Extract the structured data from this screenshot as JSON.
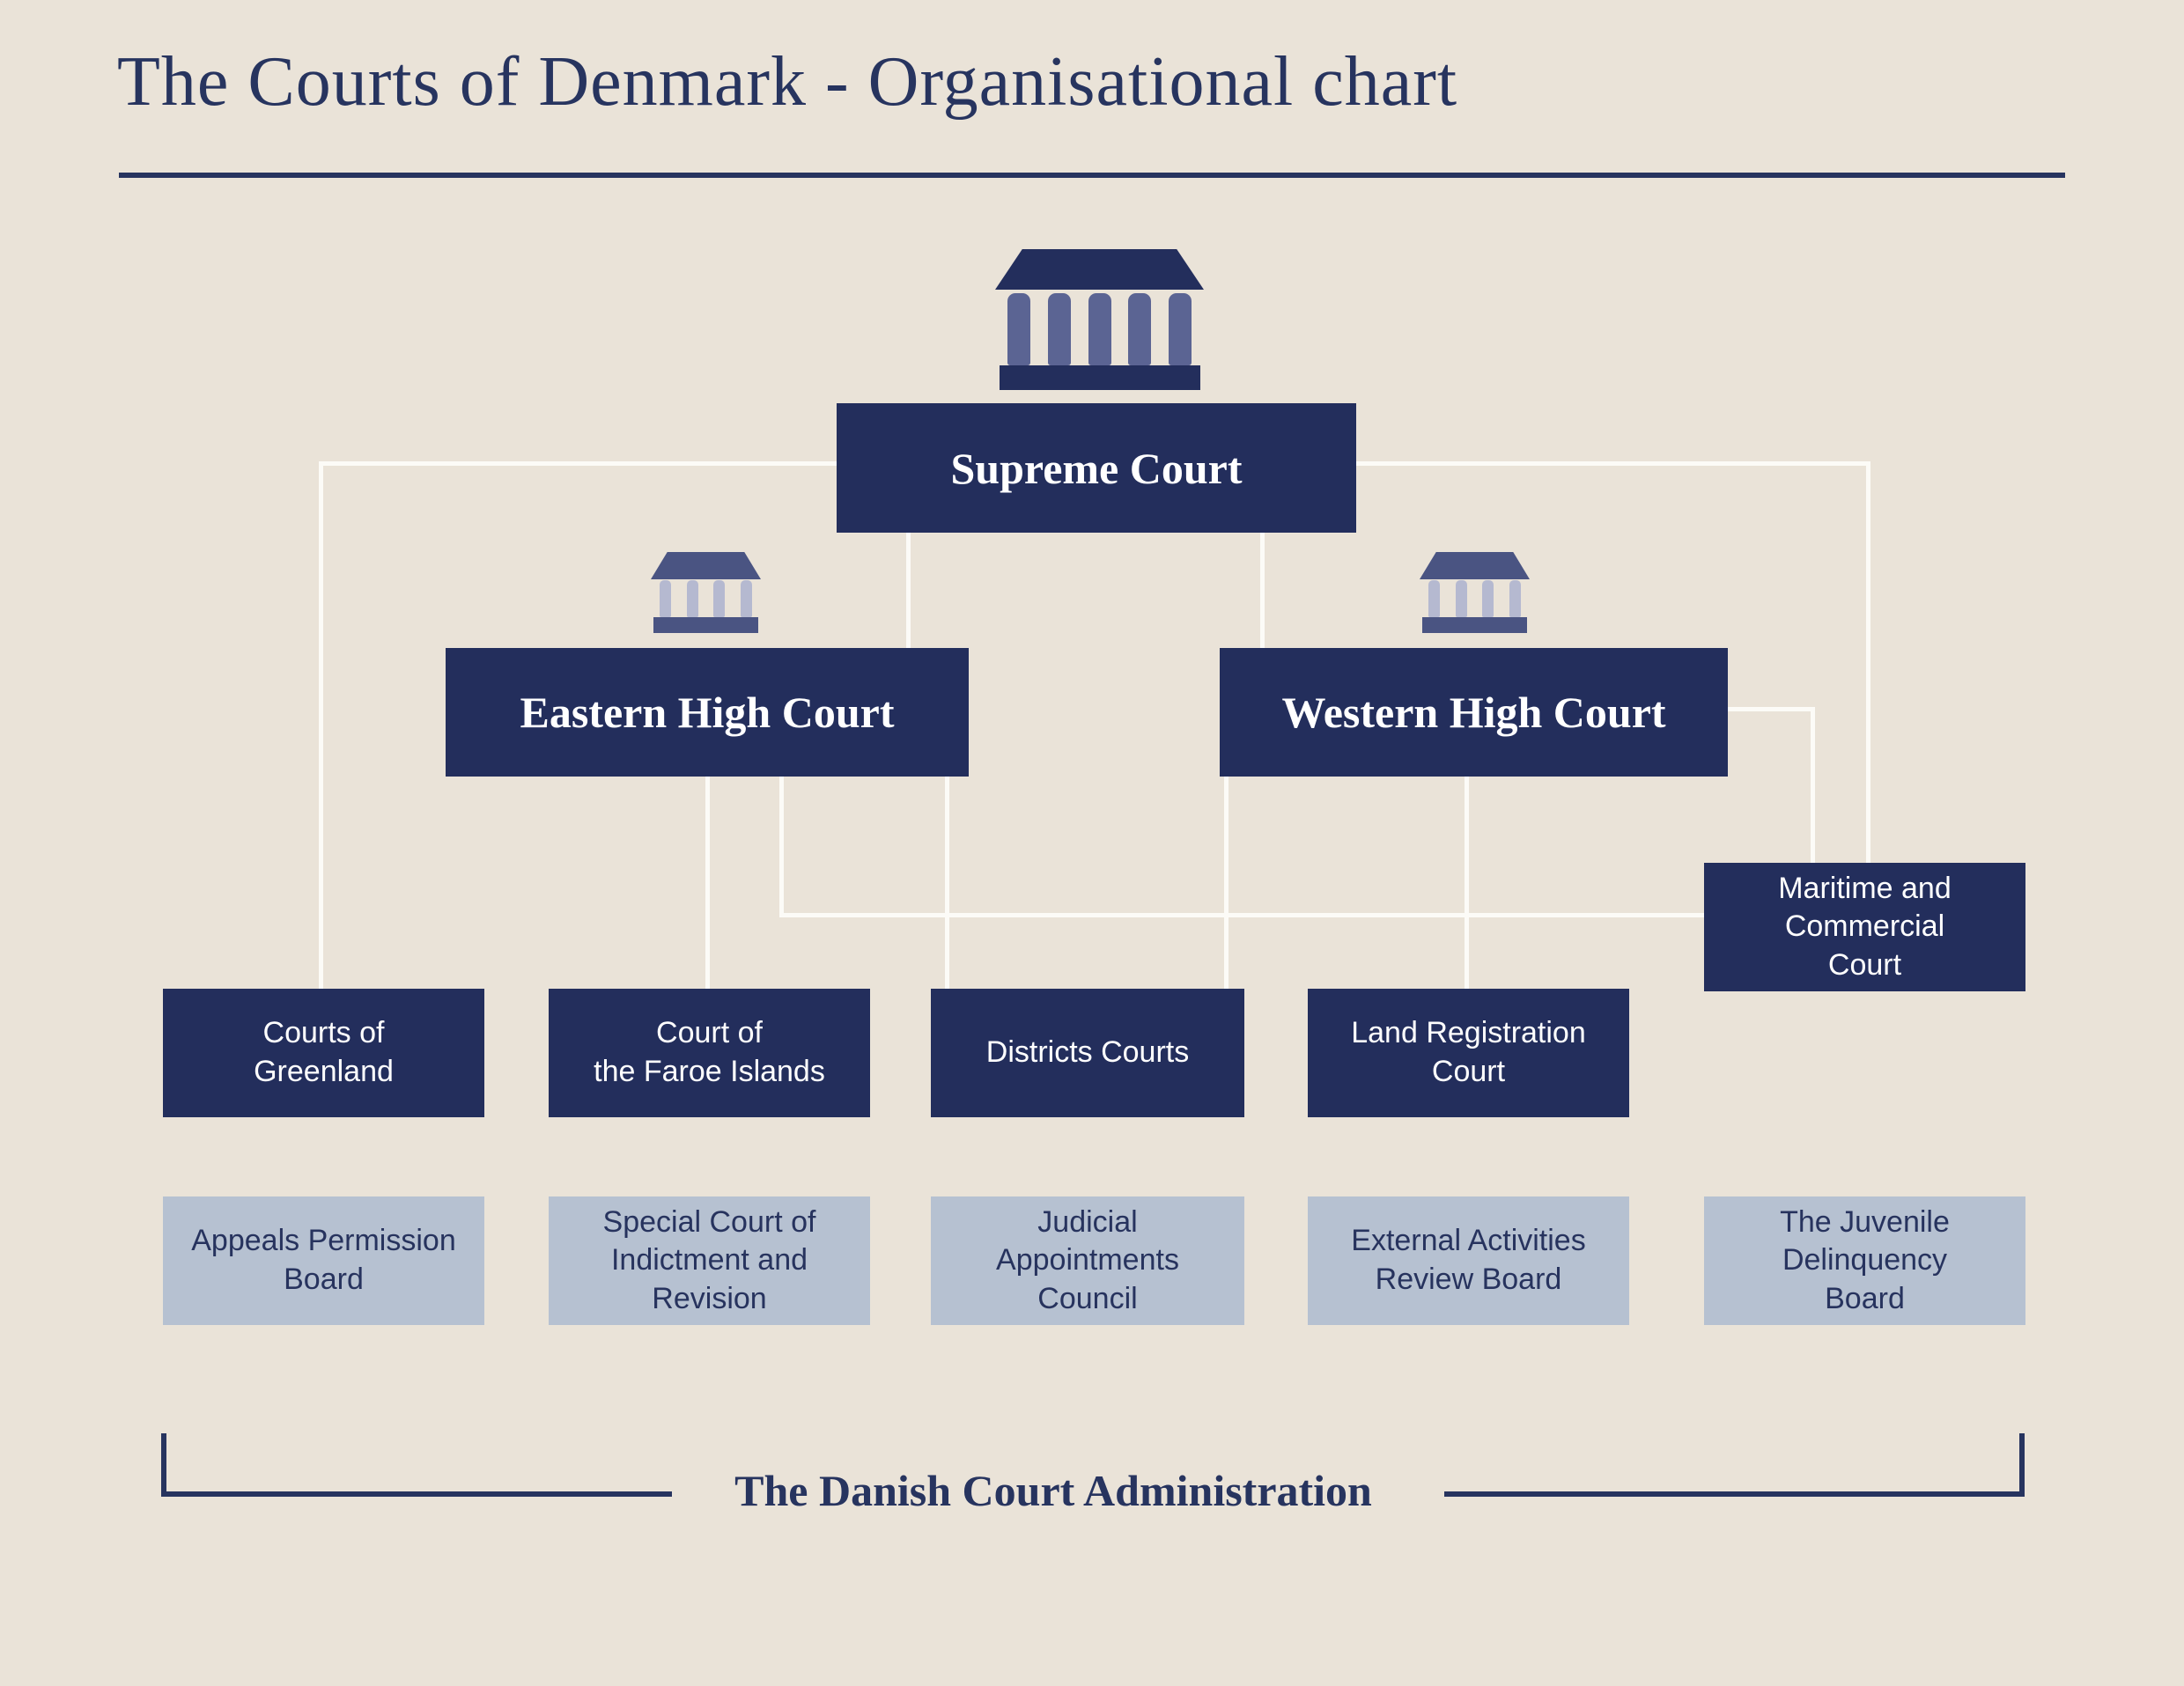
{
  "title": "The Courts of Denmark - Organisational chart",
  "nodes": {
    "supreme_court": "Supreme Court",
    "eastern_high_court": "Eastern High Court",
    "western_high_court": "Western High Court",
    "maritime_commercial_court": "Maritime and\nCommercial\nCourt",
    "courts_of_greenland": "Courts of\nGreenland",
    "court_of_the_faroe_islands": "Court of\nthe Faroe Islands",
    "districts_courts": "Districts Courts",
    "land_registration_court": "Land Registration\nCourt",
    "appeals_permission_board": "Appeals Permission\nBoard",
    "special_court_of_indictment_and_revision": "Special Court of\nIndictment and\nRevision",
    "judicial_appointments_council": "Judicial\nAppointments\nCouncil",
    "external_activities_review_board": "External Activities\nReview Board",
    "juvenile_delinquency_board": "The Juvenile\nDelinquency\nBoard"
  },
  "footer": {
    "label": "The Danish Court Administration"
  },
  "icons": {
    "supreme": "courthouse-icon",
    "eastern": "courthouse-icon",
    "western": "courthouse-icon"
  },
  "colors": {
    "background": "#EAE3D8",
    "navy_box": "#232E5C",
    "light_box": "#B6C1D1",
    "connector_white": "#FCFBF7",
    "title_navy": "#27345F",
    "icon_column_dark": "#5B6493",
    "icon_slate": "#4A5482",
    "icon_column_light": "#B5B9D0"
  },
  "edges": [
    "supreme_court - eastern_high_court",
    "supreme_court - western_high_court",
    "supreme_court - courts_of_greenland",
    "supreme_court - maritime_commercial_court",
    "eastern_high_court - court_of_the_faroe_islands",
    "eastern_high_court - districts_courts",
    "eastern_high_court - maritime_commercial_court",
    "western_high_court - districts_courts",
    "western_high_court - land_registration_court",
    "western_high_court - maritime_commercial_court"
  ]
}
